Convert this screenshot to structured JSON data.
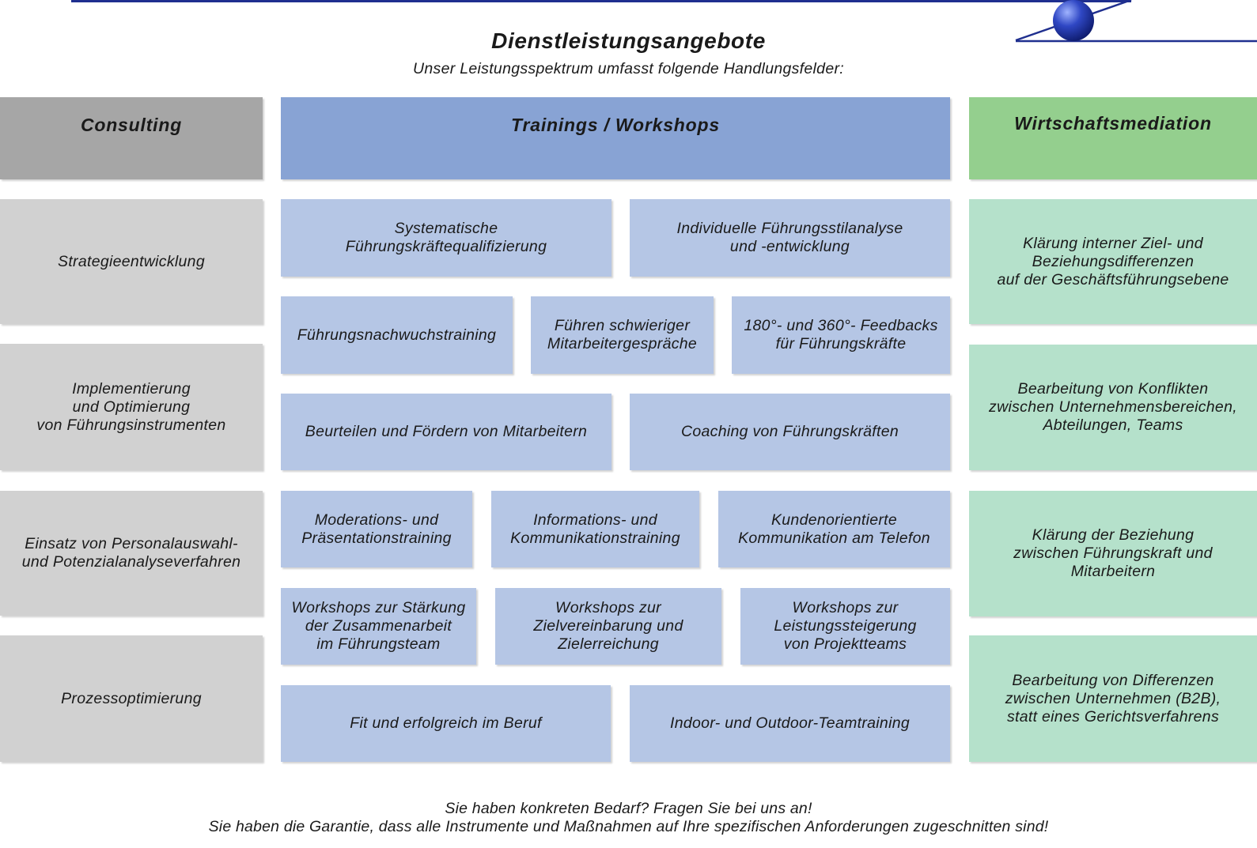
{
  "title": "Dienstleistungsangebote",
  "subtitle": "Unser Leistungsspektrum umfasst folgende Handlungsfelder:",
  "logo": {
    "icon": "globe-sphere-icon",
    "colors": {
      "line": "#1f2f8f",
      "sphere": "#2a3fb0"
    }
  },
  "colors": {
    "consulting_header": "#a6a6a6",
    "consulting_box": "#d1d1d1",
    "training_header": "#88a3d4",
    "training_box": "#b5c6e5",
    "mediation_header": "#94cf8e",
    "mediation_box": "#b5e1cb"
  },
  "columns": {
    "consulting": {
      "header": "Consulting",
      "items": [
        "Strategieentwicklung",
        "Implementierung\nund Optimierung\nvon Führungsinstrumenten",
        "Einsatz von Personalauswahl-\nund Potenzialanalyseverfahren",
        "Prozessoptimierung"
      ]
    },
    "trainings": {
      "header": "Trainings / Workshops",
      "items": [
        "Systematische\nFührungskräftequalifizierung",
        "Individuelle Führungsstilanalyse\nund -entwicklung",
        "Führungsnachwuchstraining",
        "Führen schwieriger\nMitarbeitergespräche",
        "180°- und 360°- Feedbacks\nfür Führungskräfte",
        "Beurteilen und Fördern von Mitarbeitern",
        "Coaching von Führungskräften",
        "Moderations- und\nPräsentationstraining",
        "Informations- und\nKommunikationstraining",
        "Kundenorientierte\nKommunikation am Telefon",
        "Workshops zur Stärkung\nder Zusammenarbeit\nim Führungsteam",
        "Workshops zur\nZielvereinbarung und\nZielerreichung",
        "Workshops zur\nLeistungssteigerung\nvon Projektteams",
        "Fit und erfolgreich im Beruf",
        "Indoor- und Outdoor-Teamtraining"
      ]
    },
    "mediation": {
      "header": "Wirtschaftsmediation",
      "items": [
        "Klärung interner Ziel- und\nBeziehungsdifferenzen\nauf der Geschäftsführungsebene",
        "Bearbeitung von Konflikten\nzwischen Unternehmensbereichen,\nAbteilungen, Teams",
        "Klärung der Beziehung\nzwischen Führungskraft und\nMitarbeitern",
        "Bearbeitung von Differenzen\nzwischen Unternehmen (B2B),\nstatt eines Gerichtsverfahrens"
      ]
    }
  },
  "footer": {
    "line1": "Sie haben konkreten Bedarf? Fragen Sie bei uns an!",
    "line2": "Sie haben die Garantie, dass alle Instrumente und Maßnahmen auf Ihre spezifischen Anforderungen zugeschnitten sind!"
  }
}
